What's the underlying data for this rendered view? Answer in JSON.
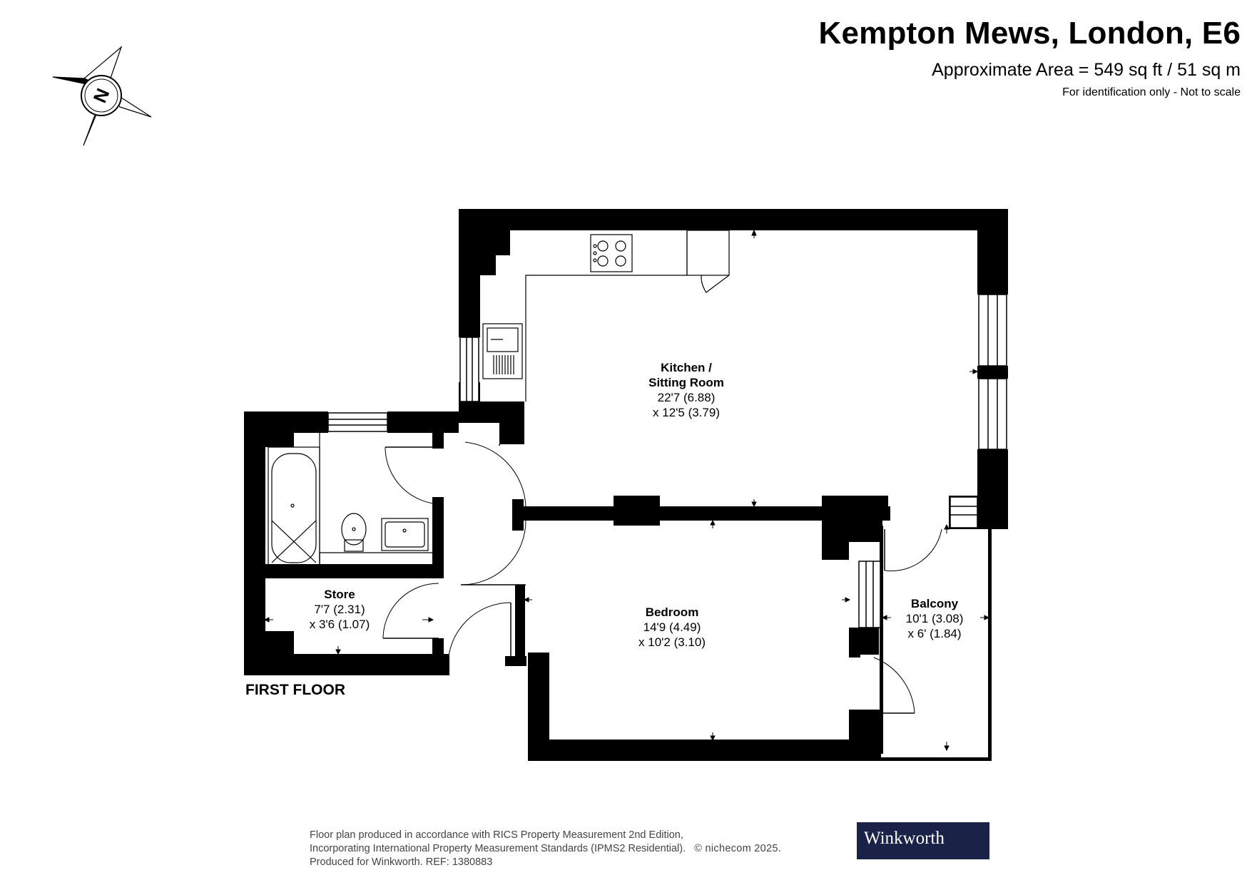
{
  "header": {
    "title": "Kempton Mews, London, E6",
    "area": "Approximate Area = 549 sq ft / 51 sq m",
    "note": "For identification only - Not to scale"
  },
  "compass": {
    "letter": "N"
  },
  "rooms": {
    "kitchen": {
      "name_line1": "Kitchen /",
      "name_line2": "Sitting Room",
      "dim1": "22'7 (6.88)",
      "dim2": "x 12'5 (3.79)"
    },
    "store": {
      "name": "Store",
      "dim1": "7'7 (2.31)",
      "dim2": "x 3'6 (1.07)"
    },
    "bedroom": {
      "name": "Bedroom",
      "dim1": "14'9 (4.49)",
      "dim2": "x 10'2 (3.10)"
    },
    "balcony": {
      "name": "Balcony",
      "dim1": "10'1 (3.08)",
      "dim2": "x 6' (1.84)"
    }
  },
  "floor_label": "FIRST FLOOR",
  "footer": {
    "line1": "Floor plan produced in accordance with RICS Property Measurement 2nd Edition,",
    "line2": "Incorporating International Property Measurement Standards (IPMS2 Residential).",
    "copyright": "© nichecom 2025.",
    "line3": "Produced for Winkworth.   REF: 1380883"
  },
  "brand": {
    "name": "Winkworth",
    "color": "#1a2247"
  },
  "colors": {
    "wall": "#000000",
    "background": "#ffffff"
  }
}
